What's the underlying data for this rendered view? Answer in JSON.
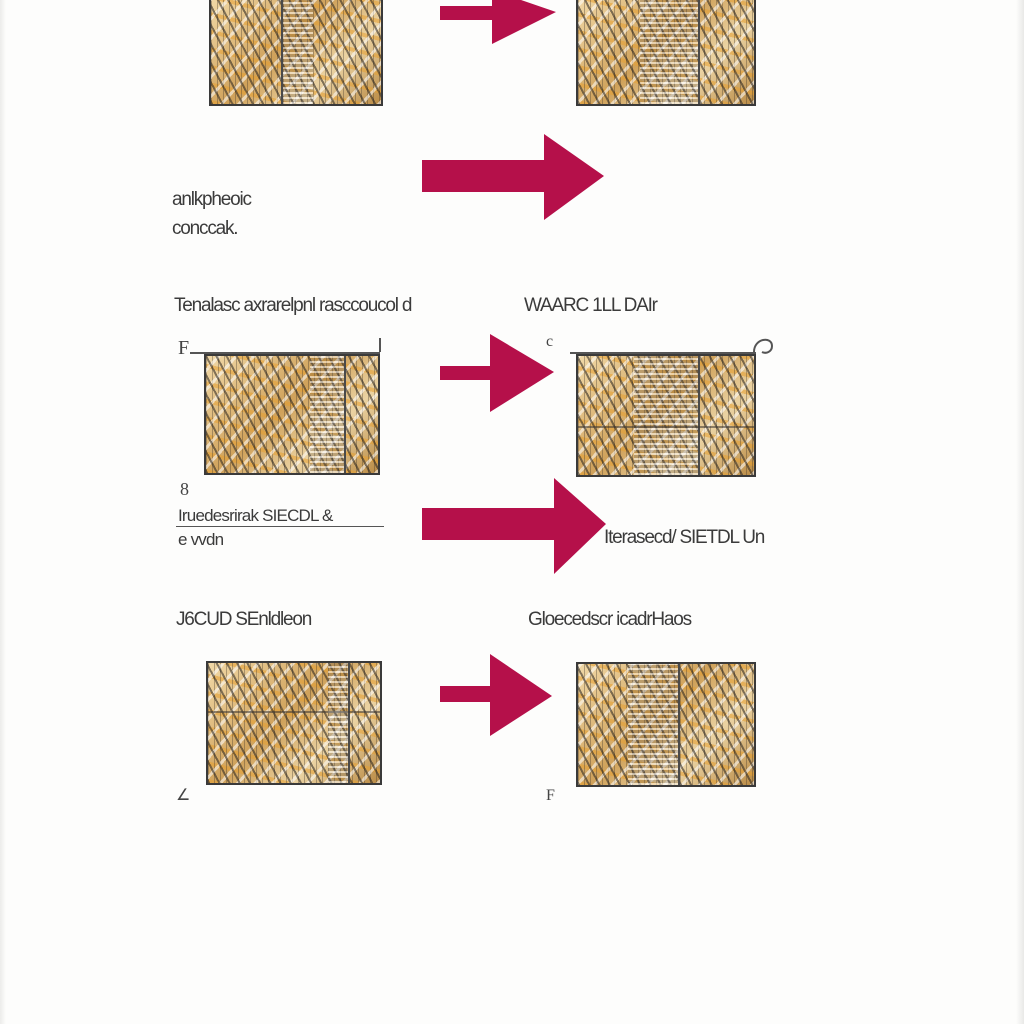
{
  "colors": {
    "arrow": "#b5104a",
    "frame": "#3a3a3a",
    "background": "#fdfdfc"
  },
  "labels": {
    "mid_left_line1": "anlkpheoic",
    "mid_left_line2": "conccak.",
    "row2_left": "Tenalasc axrarelpnl rasccoucol d",
    "row2_right": "WAARC 1LL DAIr",
    "row2_left_mark": "F",
    "row2_right_mark": "c",
    "row3_mark": "8",
    "row3_left_line1": "Iruedesrirak SIECDL &",
    "row3_left_line2": "e vvdn",
    "row3_right": "Iterasecd/ SIETDL Un",
    "row4_left": "J6CUD SEnldleon",
    "row4_right": "Gloecedscr icadrHaos",
    "row4_left_mark": "∠",
    "row4_right_mark": "F"
  },
  "flows": [
    {
      "from": "image-1a",
      "to": "image-1b",
      "icon": "arrow-right-icon"
    },
    {
      "from": "concept-text",
      "to": "",
      "icon": "arrow-right-icon"
    },
    {
      "from": "image-2a",
      "to": "image-2b",
      "icon": "arrow-right-icon"
    },
    {
      "from": "label-3a",
      "to": "label-3b",
      "icon": "arrow-right-icon"
    },
    {
      "from": "image-4a",
      "to": "image-4b",
      "icon": "arrow-right-icon"
    }
  ]
}
